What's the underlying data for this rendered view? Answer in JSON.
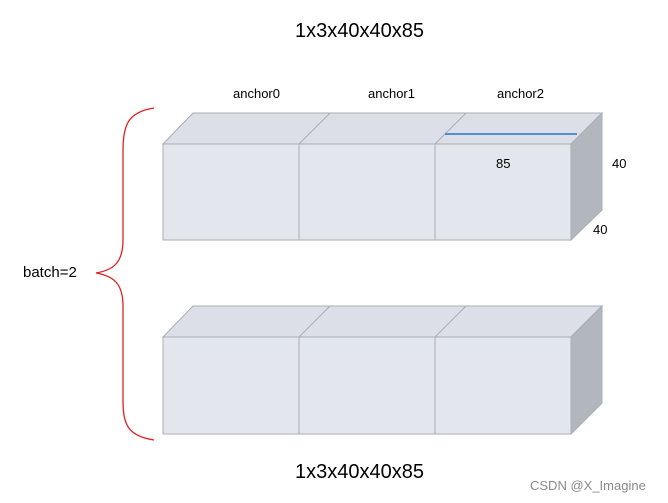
{
  "title_top": "1x3x40x40x85",
  "title_bottom": "1x3x40x40x85",
  "anchors": [
    "anchor0",
    "anchor1",
    "anchor2"
  ],
  "dims": {
    "depth": "85",
    "height": "40",
    "width": "40"
  },
  "batch_label": "batch=2",
  "watermark": "CSDN @X_Imagine",
  "colors": {
    "front_face": "#e3e6ed",
    "top_face": "#dcdfe7",
    "side_face": "#b2b6bd",
    "edge": "#a9adb5",
    "brace": "#e02020",
    "depth_line": "#4f8fd6"
  }
}
